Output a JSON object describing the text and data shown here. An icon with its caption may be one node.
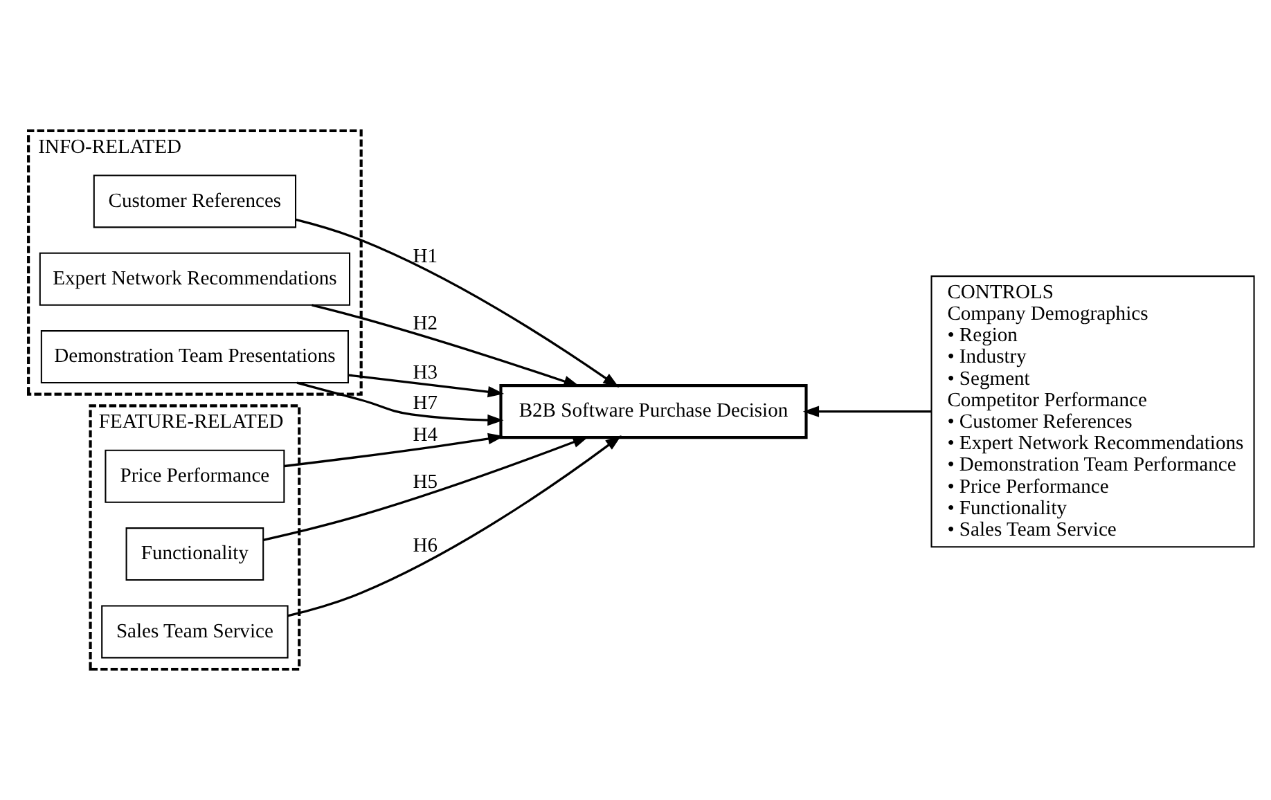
{
  "diagram": {
    "nodes": [
      {
        "text": [
          "INFO-RELATED"
        ]
      },
      {
        "text": [
          "Customer References"
        ],
        "in": 0
      },
      {
        "text": [
          "Expert Network Recommendations"
        ],
        "in": 0
      },
      {
        "text": [
          "Demonstration Team Presentations"
        ],
        "in": 0
      },
      {
        "text": [
          "FEATURE-RELATED"
        ]
      },
      {
        "text": [
          "Price Performance"
        ],
        "in": 4
      },
      {
        "text": [
          "Functionality"
        ],
        "in": 4
      },
      {
        "text": [
          "Sales Team Service"
        ],
        "in": 4
      },
      {
        "text": [
          "B2B Software Purchase Decision"
        ]
      },
      {
        "text": [
          "CONTROLS",
          "Company Demographics",
          "• Region",
          "• Industry",
          "• Segment",
          "Competitor Performance",
          "• Customer References",
          "• Expert Network Recommendations",
          "• Demonstration Team Performance",
          "• Price Performance",
          "• Functionality",
          "• Sales Team Service"
        ]
      }
    ],
    "edges": [
      {
        "from": 1,
        "to": 8,
        "arrow": "to",
        "label": "H1"
      },
      {
        "from": 2,
        "to": 8,
        "arrow": "to",
        "label": "H2"
      },
      {
        "from": 3,
        "to": 8,
        "arrow": "to",
        "label": "H3"
      },
      {
        "from": 5,
        "to": 8,
        "arrow": "to",
        "label": "H4"
      },
      {
        "from": 6,
        "to": 8,
        "arrow": "to",
        "label": "H5"
      },
      {
        "from": 7,
        "to": 8,
        "arrow": "to",
        "label": "H6"
      },
      {
        "from": 3,
        "to": 8,
        "arrow": "to",
        "label": "H7"
      },
      {
        "from": 9,
        "to": 8,
        "arrow": "to"
      }
    ]
  }
}
